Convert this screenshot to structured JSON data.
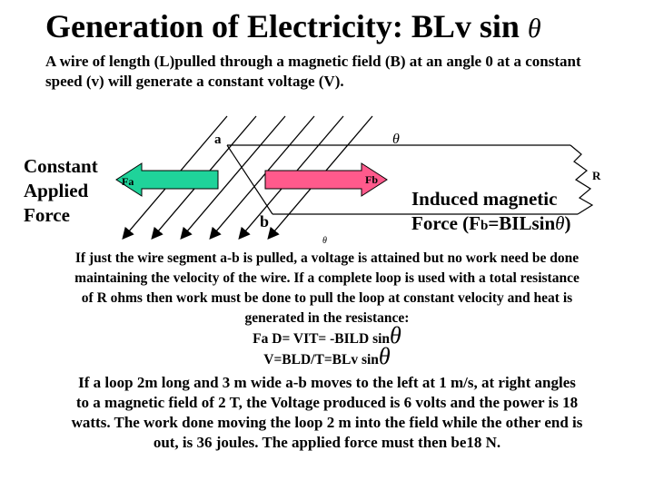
{
  "title": {
    "text": "Generation of Electricity: BLv sin ",
    "theta": "θ"
  },
  "subtitle": "A wire of length (L)pulled through a magnetic field (B) at an angle 0 at a constant speed (v) will generate a constant voltage (V).",
  "diagram": {
    "label_a": "a",
    "label_b": "b",
    "label_fa": "Fa",
    "label_fb": "Fb",
    "label_r": "R",
    "theta_top": "θ",
    "theta_small": "θ"
  },
  "left_label": {
    "line1": "Constant",
    "line2": "Applied",
    "line3": "Force"
  },
  "induced": {
    "line1": "Induced magnetic",
    "line2_prefix": "Force (F",
    "line2_sub": "b",
    "line2_mid": "=BILsin",
    "line2_theta": "θ",
    "line2_suffix": ")"
  },
  "body": {
    "para1": "If just the wire segment a-b is pulled, a voltage is attained but no work need be done maintaining the velocity of the wire. If a complete loop is used with a total resistance of R ohms then work must be done to pull the loop at constant velocity and heat is generated in the resistance:",
    "eq1": "Fa D= VIT= -BILD sin",
    "eq2": "V=BLD/T=BLv sin",
    "theta": "θ",
    "para2": "If a loop 2m long and 3 m wide a-b moves to the left at 1 m/s, at right angles to a magnetic field of 2 T, the Voltage produced is 6 volts and the power is 18 watts. The work done moving the loop 2 m into the field while the other end is out, is 36 joules. The applied force must then be18 N."
  },
  "colors": {
    "fa_arrow": "#1fd39a",
    "fb_arrow": "#ff5a8c"
  }
}
